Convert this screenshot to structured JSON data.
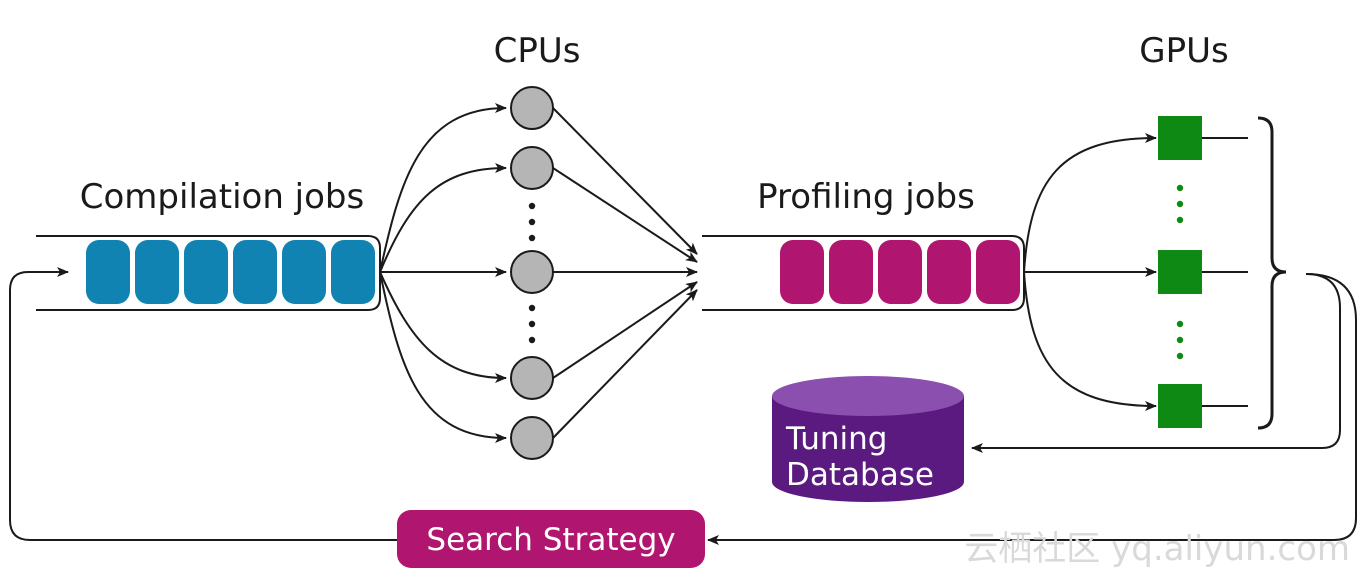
{
  "labels": {
    "cpus": "CPUs",
    "gpus": "GPUs",
    "compilation_jobs": "Compilation jobs",
    "profiling_jobs": "Profiling jobs",
    "tuning_database_line1": "Tuning",
    "tuning_database_line2": "Database",
    "search_strategy": "Search Strategy"
  },
  "watermark": "云栖社区 yq.aliyun.com",
  "colors": {
    "compilation_job": "#1183b3",
    "profiling_job": "#b0166f",
    "cpu_node": "#b5b5b5",
    "gpu_node": "#0e8a14",
    "database": "#5a1a80",
    "database_top": "#8b4fb0",
    "search_strategy": "#b0166f",
    "line": "#1a1a1a"
  },
  "icons": {
    "cpu": "gray-circle",
    "gpu": "green-square",
    "database": "cylinder"
  }
}
